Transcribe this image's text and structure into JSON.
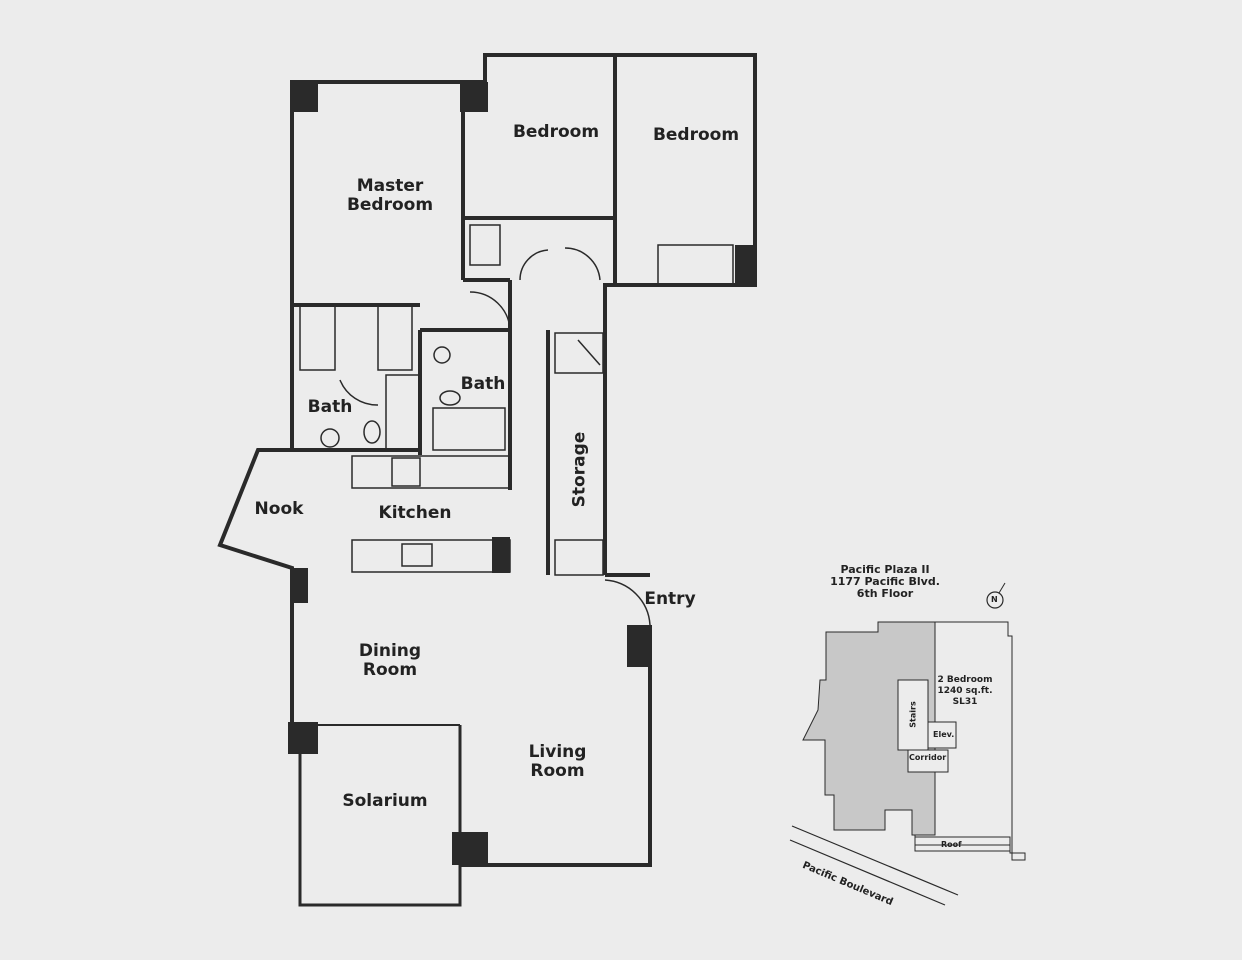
{
  "rooms": {
    "master_bedroom": "Master\nBedroom",
    "bedroom_1": "Bedroom",
    "bedroom_2": "Bedroom",
    "bath_1": "Bath",
    "bath_2": "Bath",
    "nook": "Nook",
    "kitchen": "Kitchen",
    "storage": "Storage",
    "entry": "Entry",
    "dining_room": "Dining\nRoom",
    "living_room": "Living\nRoom",
    "solarium": "Solarium"
  },
  "key_plan": {
    "title": "Pacific Plaza II\n1177 Pacific Blvd.\n6th Floor",
    "unit": "2 Bedroom\n1240 sq.ft.\nSL31",
    "stairs": "Stairs",
    "elevator": "Elev.",
    "corridor": "Corridor",
    "roof": "Roof",
    "street": "Pacific Boulevard",
    "north": "N"
  },
  "colors": {
    "background": "#ececec",
    "wall": "#2a2a2a",
    "neighbor_fill": "#c8c8c8"
  }
}
